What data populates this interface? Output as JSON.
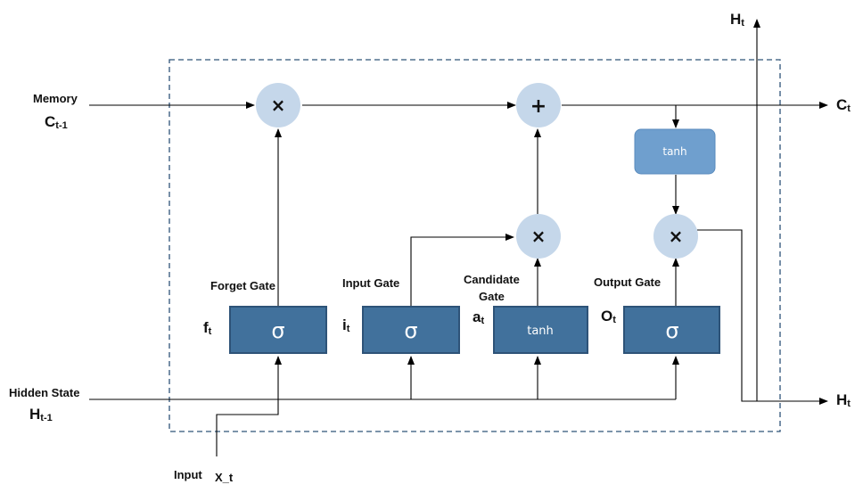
{
  "labels": {
    "memory": "Memory",
    "c_prev_main": "C",
    "c_prev_sub": "t-1",
    "c_out_main": "C",
    "c_out_sub": "t",
    "h_top_main": "H",
    "h_top_sub": "t",
    "h_out_main": "H",
    "h_out_sub": "t",
    "hidden_state": "Hidden State",
    "h_prev_main": "H",
    "h_prev_sub": "t-1",
    "input_label": "Input",
    "input_var": "X_t",
    "forget_gate": "Forget Gate",
    "input_gate": "Input Gate",
    "candidate_gate_1": "Candidate",
    "candidate_gate_2": "Gate",
    "output_gate": "Output Gate",
    "f_main": "f",
    "f_sub": "t",
    "i_main": "i",
    "i_sub": "t",
    "a_main": "a",
    "a_sub": "t",
    "o_main": "O",
    "o_sub": "t"
  },
  "blocks": {
    "forget": "σ",
    "input": "σ",
    "candidate": "tanh",
    "output": "σ",
    "cell_tanh": "tanh"
  },
  "ops": {
    "forget_mult": "×",
    "add": "+",
    "input_mult": "×",
    "output_mult": "×"
  },
  "colors": {
    "gate_fill": "#41719c",
    "gate_stroke": "#2e5378",
    "tanh_fill": "#6f9fce",
    "op_fill": "#c5d7ea",
    "line": "#000000",
    "dashed_border": "#2e5378"
  }
}
